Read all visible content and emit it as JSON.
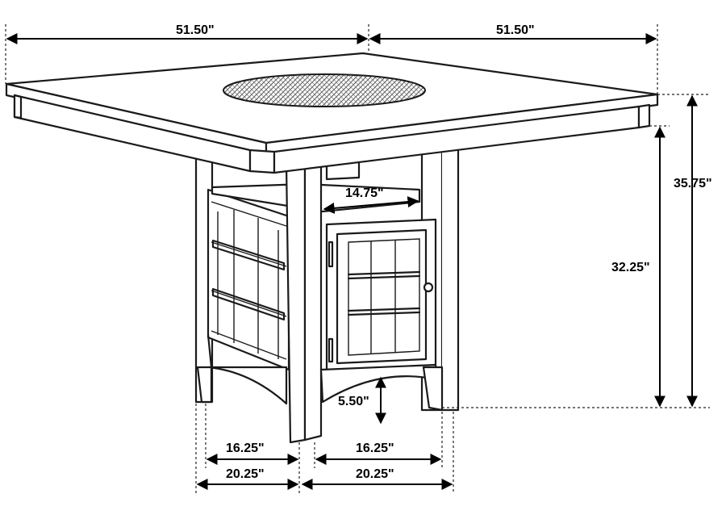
{
  "dimensions": {
    "top_left_width": "51.50\"",
    "top_right_width": "51.50\"",
    "overall_height": "35.75\"",
    "apron_height": "32.25\"",
    "shelf_width": "14.75\"",
    "leg_clearance": "5.50\"",
    "base_inner_left": "16.25\"",
    "base_inner_right": "16.25\"",
    "base_outer_left": "20.25\"",
    "base_outer_right": "20.25\""
  }
}
